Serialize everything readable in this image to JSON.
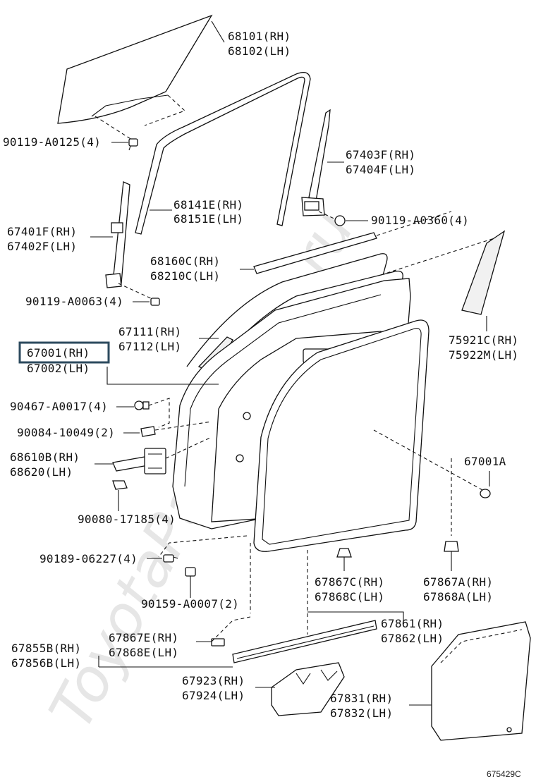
{
  "watermark": "ToyotaPartsMore.ru",
  "labels": {
    "l68101": "68101(RH)",
    "l68102": "68102(LH)",
    "l90119a0125": "90119-A0125(4)",
    "l67403f": "67403F(RH)",
    "l67404f": "67404F(LH)",
    "l68141e": "68141E(RH)",
    "l68151e": "68151E(LH)",
    "l67401f": "67401F(RH)",
    "l67402f": "67402F(LH)",
    "l90119a0360": "90119-A0360(4)",
    "l68160c": "68160C(RH)",
    "l68210c": "68210C(LH)",
    "l90119a0063": "90119-A0063(4)",
    "l67111": "67111(RH)",
    "l67112": "67112(LH)",
    "l67001": "67001(RH)",
    "l67002": "67002(LH)",
    "l75921c": "75921C(RH)",
    "l75922m": "75922M(LH)",
    "l90467a0017": "90467-A0017(4)",
    "l9008410049": "90084-10049(2)",
    "l68610b": "68610B(RH)",
    "l68620": "68620(LH)",
    "l67001a": "67001A",
    "l9008017185": "90080-17185(4)",
    "l9018906227": "90189-06227(4)",
    "l90159a0007": "90159-A0007(2)",
    "l67867c": "67867C(RH)",
    "l67868c": "67868C(LH)",
    "l67867a": "67867A(RH)",
    "l67868a": "67868A(LH)",
    "l67861": "67861(RH)",
    "l67862": "67862(LH)",
    "l67867e": "67867E(RH)",
    "l67868e": "67868E(LH)",
    "l67855b": "67855B(RH)",
    "l67856b": "67856B(LH)",
    "l67923": "67923(RH)",
    "l67924": "67924(LH)",
    "l67831": "67831(RH)",
    "l67832": "67832(LH)"
  },
  "diagram_ref": "675429C",
  "highlight_color": "#2c4a5e"
}
